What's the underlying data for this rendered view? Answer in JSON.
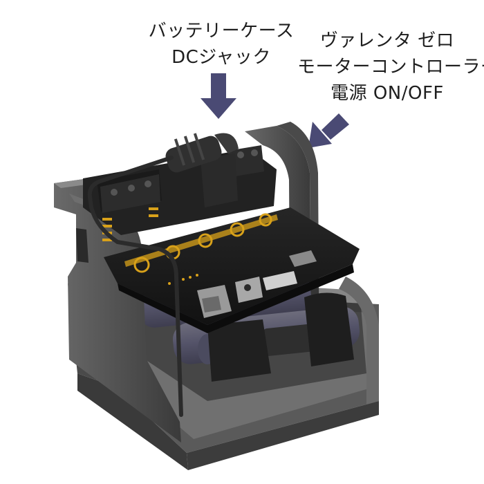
{
  "callouts": {
    "left": {
      "lines": [
        "バッテリーケース",
        "DCジャック"
      ]
    },
    "right": {
      "lines": [
        "ヴァレンタ ゼロ",
        "モーターコントローラー",
        "電源 ON/OFF"
      ]
    }
  },
  "colors": {
    "arrow": "#4a4a74",
    "frame_dark": "#3f3f3f",
    "frame_mid": "#5a5a5a",
    "frame_light": "#7a7a7a",
    "board": "#1a1a1a",
    "pads": "#d8a11a",
    "battery": "#9a98c4",
    "background": "#ffffff"
  },
  "icons": [
    "down-arrow-icon",
    "diagonal-arrow-icon"
  ]
}
